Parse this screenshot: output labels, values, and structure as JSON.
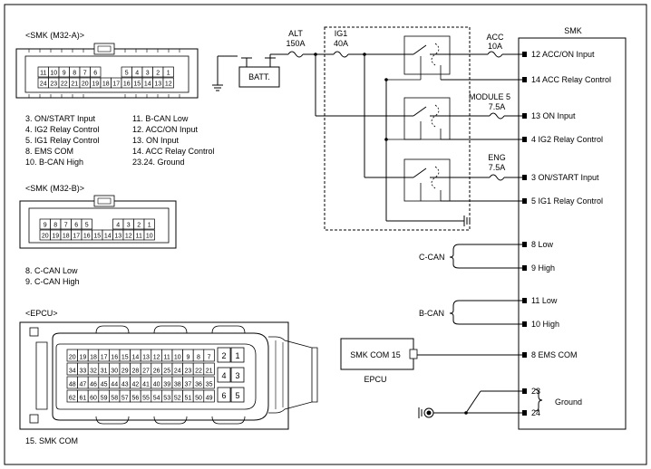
{
  "connectors": {
    "m32a": {
      "title": "<SMK (M32-A)>",
      "top_pins": [
        "11",
        "10",
        "9",
        "8",
        "7",
        "6",
        "",
        "",
        "5",
        "4",
        "3",
        "2",
        "1"
      ],
      "bottom_pins": [
        "24",
        "23",
        "22",
        "21",
        "20",
        "19",
        "18",
        "17",
        "16",
        "15",
        "14",
        "13",
        "12"
      ],
      "legend_left": [
        "3. ON/START Input",
        "4. IG2 Relay Control",
        "5. IG1 Relay Control",
        "8. EMS COM",
        "10. B-CAN High"
      ],
      "legend_right": [
        "11. B-CAN Low",
        "12. ACC/ON Input",
        "13. ON Input",
        "14. ACC Relay Control",
        "23.24. Ground"
      ]
    },
    "m32b": {
      "title": "<SMK (M32-B)>",
      "top_pins": [
        "9",
        "8",
        "7",
        "6",
        "5",
        "",
        "",
        "4",
        "3",
        "2",
        "1"
      ],
      "bottom_pins": [
        "20",
        "19",
        "18",
        "17",
        "16",
        "15",
        "14",
        "13",
        "12",
        "11",
        "10"
      ],
      "legend": [
        "8. C-CAN Low",
        "9. C-CAN High"
      ]
    },
    "epcu": {
      "title": "<EPCU>",
      "rows": [
        [
          "20",
          "19",
          "18",
          "17",
          "16",
          "15",
          "14",
          "13",
          "12",
          "11",
          "10",
          "9",
          "8",
          "7"
        ],
        [
          "34",
          "33",
          "32",
          "31",
          "30",
          "29",
          "28",
          "27",
          "26",
          "25",
          "24",
          "23",
          "22",
          "21"
        ],
        [
          "48",
          "47",
          "46",
          "45",
          "44",
          "43",
          "42",
          "41",
          "40",
          "39",
          "38",
          "37",
          "36",
          "35"
        ],
        [
          "62",
          "61",
          "60",
          "59",
          "58",
          "57",
          "56",
          "55",
          "54",
          "53",
          "52",
          "51",
          "50",
          "49"
        ]
      ],
      "big_pins": [
        [
          "2",
          "1"
        ],
        [
          "4",
          "3"
        ],
        [
          "6",
          "5"
        ]
      ],
      "legend": [
        "15. SMK COM"
      ]
    }
  },
  "circuit": {
    "batt": "BATT.",
    "alt_fuse": {
      "name": "ALT",
      "rating": "150A"
    },
    "ig1_fuse": {
      "name": "IG1",
      "rating": "40A"
    },
    "acc_fuse": {
      "name": "ACC",
      "rating": "10A"
    },
    "module5_fuse": {
      "name": "MODULE 5",
      "rating": "7.5A"
    },
    "eng_fuse": {
      "name": "ENG",
      "rating": "7.5A"
    },
    "smk_title": "SMK",
    "smk_pins": [
      {
        "label": "12 ACC/ON Input"
      },
      {
        "label": "14 ACC Relay Control"
      },
      {
        "label": "13 ON Input"
      },
      {
        "label": "4 IG2 Relay Control"
      },
      {
        "label": "3 ON/START Input"
      },
      {
        "label": "5 IG1 Relay Control"
      },
      {
        "label": "8 Low"
      },
      {
        "label": "9 High"
      },
      {
        "label": "11 Low"
      },
      {
        "label": "10 High"
      },
      {
        "label": "8 EMS COM"
      },
      {
        "label": "23"
      },
      {
        "label": "24"
      }
    ],
    "c_can": "C-CAN",
    "b_can": "B-CAN",
    "ground": "Ground",
    "smk_com_box": "SMK COM 15",
    "epcu_label": "EPCU"
  }
}
